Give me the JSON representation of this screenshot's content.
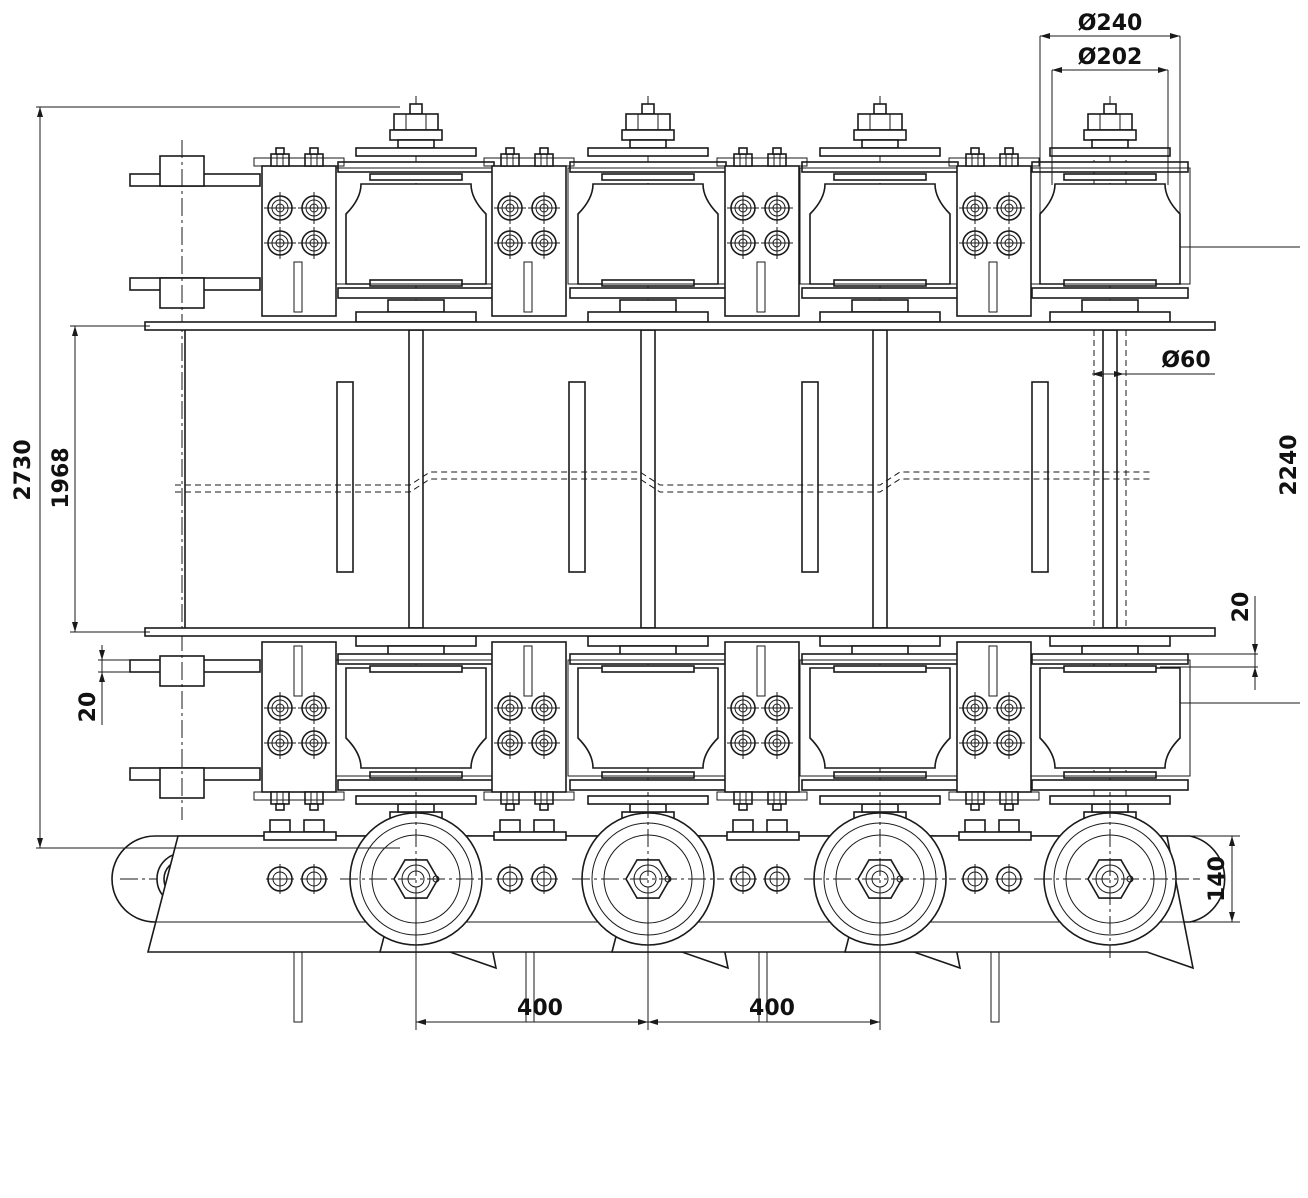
{
  "dimensions": {
    "d240": "Ø240",
    "d202": "Ø202",
    "d60": "Ø60",
    "h2730": "2730",
    "h1968": "1968",
    "h2240": "2240",
    "g20_left": "20",
    "g20_right": "20",
    "h140": "140",
    "p400_a": "400",
    "p400_b": "400"
  }
}
